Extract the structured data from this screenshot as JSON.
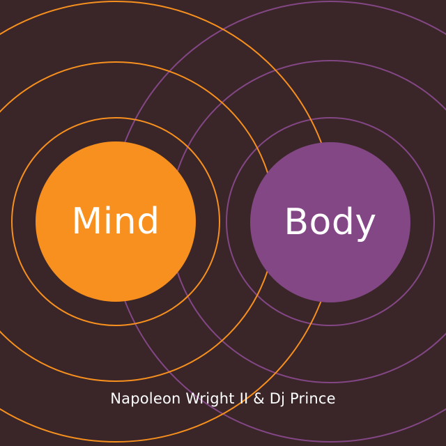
{
  "cover": {
    "background_color": "#3a2628",
    "mind": {
      "label": "Mind",
      "fill_color": "#f7901e",
      "ring_color": "#f7901e"
    },
    "body": {
      "label": "Body",
      "fill_color": "#834786",
      "ring_color": "#834786"
    },
    "artist_line": "Napoleon Wright II & Dj Prince",
    "text_color": "#ffffff"
  }
}
